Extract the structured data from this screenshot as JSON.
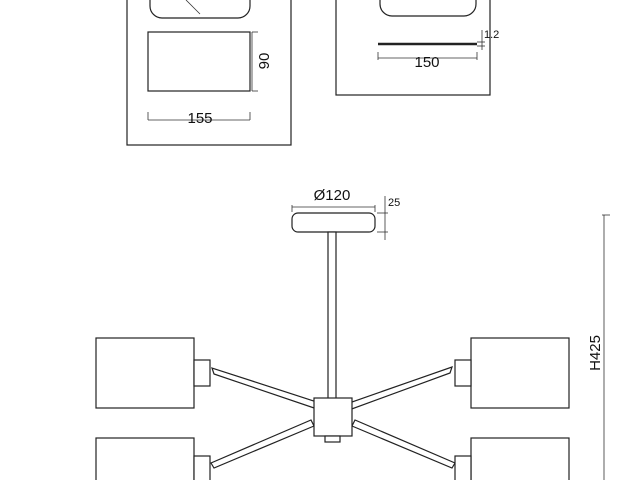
{
  "dimensions": {
    "detail_left_width": "155",
    "detail_left_height": "90",
    "detail_right_width": "150",
    "detail_right_thickness": "1.2",
    "canopy_diameter": "Ø120",
    "canopy_height": "25",
    "overall_height": "H425"
  },
  "colors": {
    "line": "#222222",
    "background": "#ffffff"
  }
}
